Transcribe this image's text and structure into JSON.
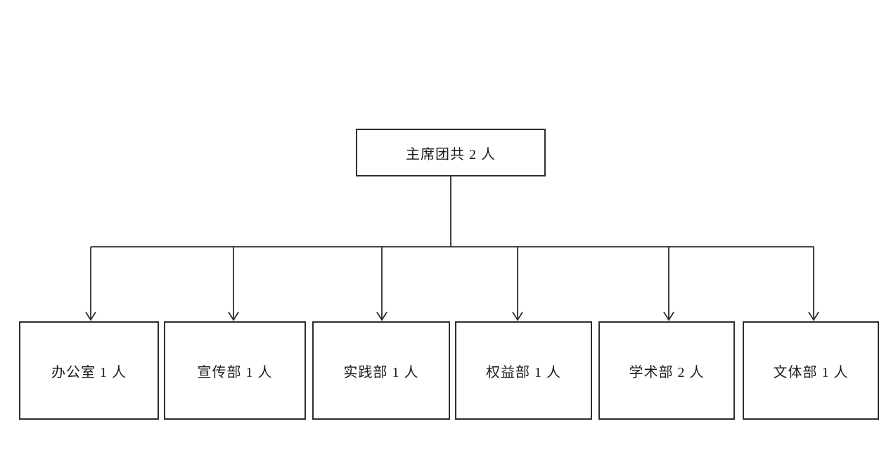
{
  "diagram": {
    "type": "org-chart",
    "root": {
      "label": "主席团共 2 人"
    },
    "departments": [
      {
        "label": "办公室 1 人"
      },
      {
        "label": "宣传部 1 人"
      },
      {
        "label": "实践部 1 人"
      },
      {
        "label": "权益部 1 人"
      },
      {
        "label": "学术部 2 人"
      },
      {
        "label": "文体部 1 人"
      }
    ],
    "edges": [
      {
        "from": "主席团共 2 人",
        "to": "办公室 1 人"
      },
      {
        "from": "主席团共 2 人",
        "to": "宣传部 1 人"
      },
      {
        "from": "主席团共 2 人",
        "to": "实践部 1 人"
      },
      {
        "from": "主席团共 2 人",
        "to": "权益部 1 人"
      },
      {
        "from": "主席团共 2 人",
        "to": "学术部 2 人"
      },
      {
        "from": "主席团共 2 人",
        "to": "文体部 1 人"
      }
    ],
    "colors": {
      "background": "#ffffff",
      "line": "#2e2e2e",
      "text": "#1c1c1c"
    }
  }
}
